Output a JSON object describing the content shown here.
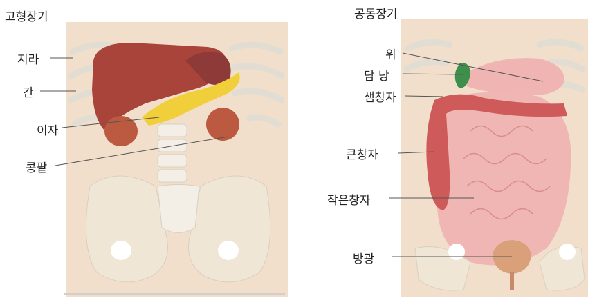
{
  "left_panel": {
    "title": "고형장기",
    "labels": {
      "spleen": "지라",
      "liver": "간",
      "pancreas": "이자",
      "kidney": "콩팥"
    }
  },
  "right_panel": {
    "title": "공동장기",
    "labels": {
      "stomach": "위",
      "gallbladder": "담 낭",
      "duodenum": "샘창자",
      "large_intestine": "큰창자",
      "small_intestine": "작은창자",
      "bladder": "방광"
    }
  }
}
